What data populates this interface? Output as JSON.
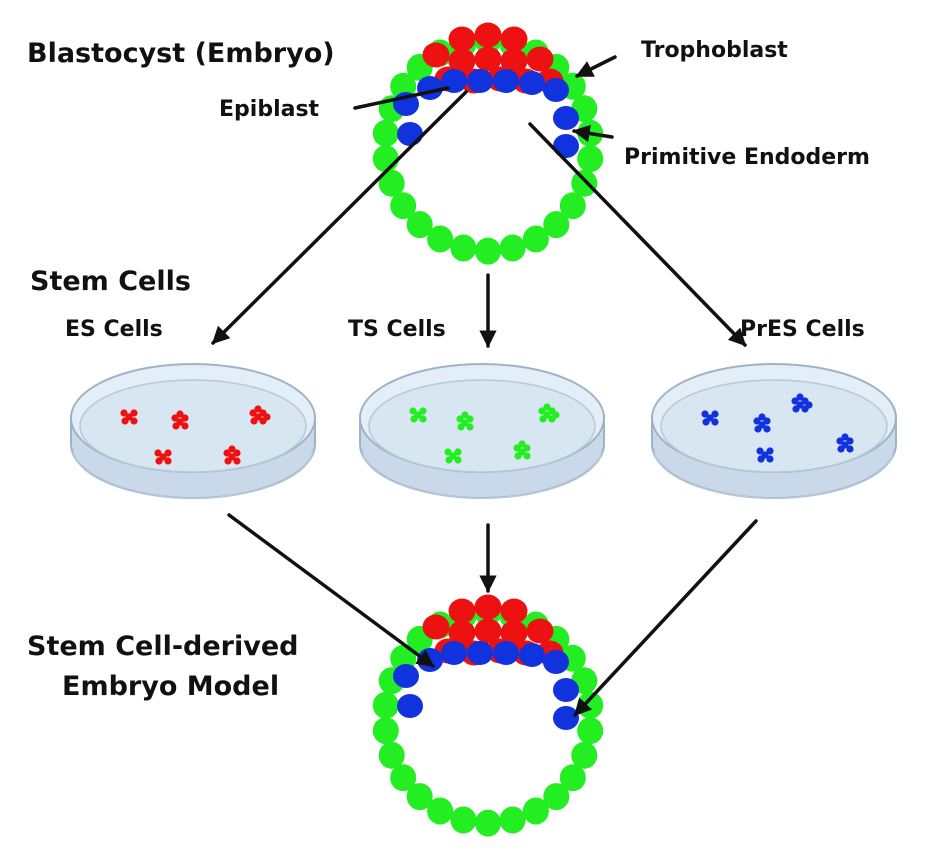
{
  "labels": {
    "title": "Blastocyst (Embryo)",
    "trophoblast": "Trophoblast",
    "epiblast": "Epiblast",
    "primitive_endoderm": "Primitive Endoderm",
    "stem_cells": "Stem Cells",
    "es_cells": "ES Cells",
    "ts_cells": "TS Cells",
    "pres_cells": "PrES Cells",
    "model_line1": "Stem Cell-derived",
    "model_line2": "Embryo Model"
  },
  "colors": {
    "trophoblast": "#22ee22",
    "epiblast": "#ee1111",
    "primitive_endoderm": "#1133dd",
    "arrow": "#111111",
    "dish_fill": "#dbe8f3",
    "dish_rim": "#9fb3c8"
  }
}
